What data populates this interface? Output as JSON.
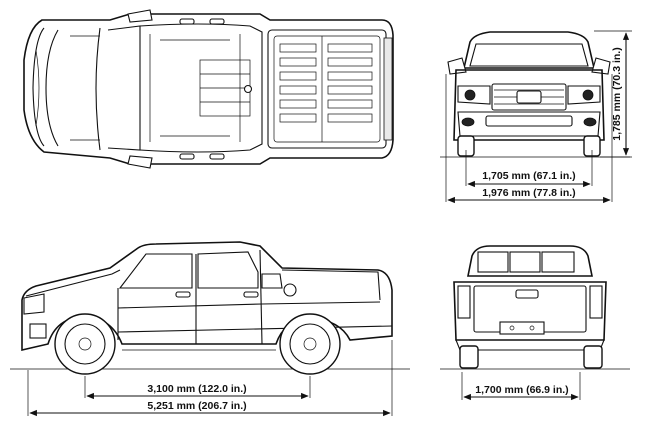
{
  "dimensions": {
    "height": "1,785 mm (70.3 in.)",
    "front_track": "1,705 mm (67.1 in.)",
    "width": "1,976 mm (77.8 in.)",
    "wheelbase": "3,100 mm (122.0 in.)",
    "length": "5,251 mm (206.7 in.)",
    "rear_track": "1,700 mm (66.9 in.)"
  },
  "views": {
    "top": "top-view",
    "front": "front-view",
    "side": "side-view",
    "rear": "rear-view"
  }
}
